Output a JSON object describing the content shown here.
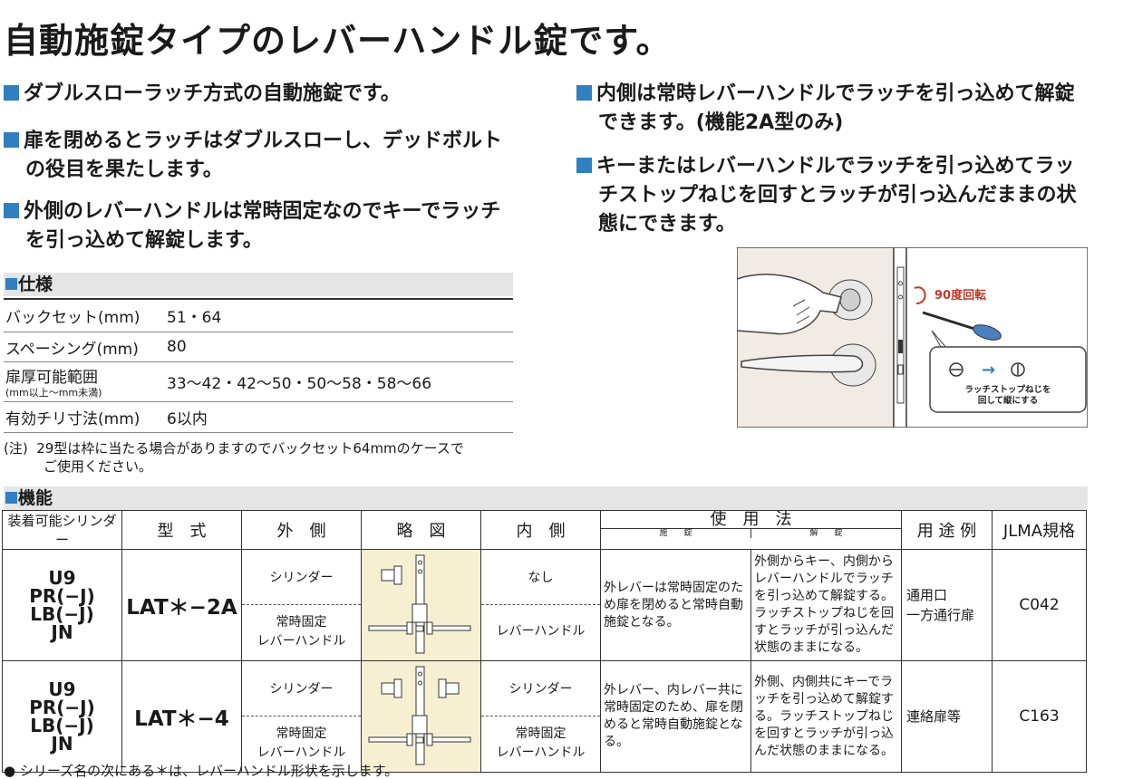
{
  "title": "自動施錠タイプのレバーハンドル錠です。",
  "features_left": [
    {
      "lines": [
        "ダブルスローラッチ方式の自動施錠です。"
      ]
    },
    {
      "lines": [
        "扉を閉めるとラッチはダブルスローし、デッドボルト",
        "の役目を果たします。"
      ]
    },
    {
      "lines": [
        "外側のレバーハンドルは常時固定なのでキーでラッチ",
        "を引っ込めて解錠します。"
      ]
    }
  ],
  "features_right": [
    {
      "lines": [
        "内側は常時レバーハンドルでラッチを引っ込めて解錠",
        "できます。(機能2A型のみ)"
      ]
    },
    {
      "lines": [
        "キーまたはレバーハンドルでラッチを引っ込めてラッ",
        "チストップねじを回すとラッチが引っ込んだままの状",
        "態にできます。"
      ]
    }
  ],
  "spec": {
    "heading": "仕様",
    "rows": [
      {
        "label": "バックセット(mm)",
        "sub": "",
        "value": "51・64"
      },
      {
        "label": "スペーシング(mm)",
        "sub": "",
        "value": "80"
      },
      {
        "label": "扉厚可能範囲",
        "sub": "(mm以上〜mm未満)",
        "value": "33〜42・42〜50・50〜58・58〜66"
      },
      {
        "label": "有効チリ寸法(mm)",
        "sub": "",
        "value": "6以内"
      }
    ],
    "note_prefix": "(注)",
    "note_line1": "29型は枠に当たる場合がありますのでバックセット64mmのケースで",
    "note_line2": "ご使用ください。"
  },
  "illustration": {
    "rotate_label": "90度回転",
    "callout_line1": "ラッチストップねじを",
    "callout_line2": "回して縦にする",
    "arrow": "→"
  },
  "function": {
    "heading": "機能",
    "headers": {
      "cylinder": "装着可能シリンダー",
      "model": "型　式",
      "outside": "外　側",
      "diagram": "略　図",
      "inside": "内　側",
      "usage_method": "使　用　法",
      "sub_lock": "施　　錠",
      "sub_unlock": "解　　錠",
      "use_example": "用 途 例",
      "jlma": "JLMA規格"
    },
    "rows": [
      {
        "cylinders": [
          "U9",
          "PR(−J)",
          "LB(−J)",
          "JN"
        ],
        "model": "LAT＊−2A",
        "outside_top": "シリンダー",
        "outside_bottom": [
          "常時固定",
          "レバーハンドル"
        ],
        "inside_top": "なし",
        "inside_bottom": [
          "レバーハンドル"
        ],
        "lock": "外レバーは常時固定のため扉を閉めると常時自動施錠となる。",
        "unlock": "外側からキー、内側からレバーハンドルでラッチを引っ込めて解錠する。ラッチストップねじを回すとラッチが引っ込んだ状態のままになる。",
        "use_example": [
          "通用口",
          "一方通行扉"
        ],
        "jlma": "C042"
      },
      {
        "cylinders": [
          "U9",
          "PR(−J)",
          "LB(−J)",
          "JN"
        ],
        "model": "LAT＊−4",
        "outside_top": "シリンダー",
        "outside_bottom": [
          "常時固定",
          "レバーハンドル"
        ],
        "inside_top": "シリンダー",
        "inside_bottom": [
          "常時固定",
          "レバーハンドル"
        ],
        "lock": "外レバー、内レバー共に常時固定のため、扉を閉めると常時自動施錠となる。",
        "unlock": "外側、内側共にキーでラッチを引っ込めて解錠する。ラッチストップねじを回すとラッチが引っ込んだ状態のままになる。",
        "use_example": [
          "連絡扉等"
        ],
        "jlma": "C163"
      }
    ]
  },
  "footnote": "● シリーズ名の次にある＊は、レバーハンドル形状を示します。",
  "colors": {
    "accent": "#2f7fc1",
    "header_bg": "#e5e5e5",
    "diagram_bg": "#f7efd2",
    "rotate_red": "#c0392b"
  }
}
